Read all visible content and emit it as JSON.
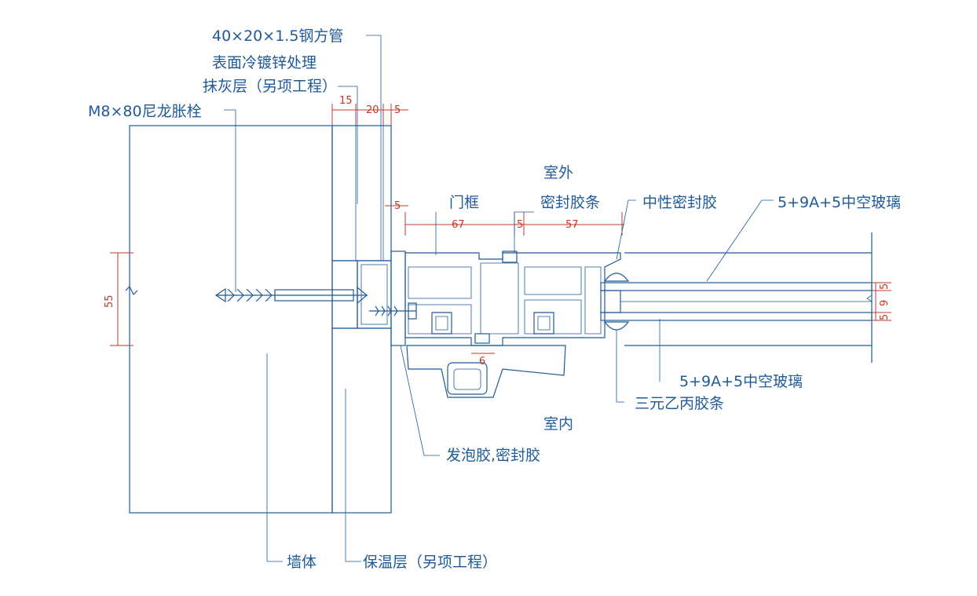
{
  "colors": {
    "line": "#1f5a99",
    "dimension": "#c0392b",
    "background": "#ffffff"
  },
  "labels": {
    "steel_tube": "40×20×1.5钢方管",
    "galvanize": "表面冷镀锌处理",
    "plaster": "抹灰层（另项工程）",
    "anchor": "M8×80尼龙胀栓",
    "outdoor": "室外",
    "door_frame": "门框",
    "sealing_strip": "密封胶条",
    "neutral_sealant": "中性密封胶",
    "glass_top": "5+9A+5中空玻璃",
    "glass_bottom": "5+9A+5中空玻璃",
    "epdm_strip": "三元乙丙胶条",
    "indoor": "室内",
    "foam_sealant": "发泡胶,密封胶",
    "wall": "墙体",
    "insulation": "保温层（另项工程）"
  },
  "dimensions": {
    "d15": "15",
    "d20": "20",
    "d5_top": "5",
    "d5_mid": "5",
    "d67": "67",
    "d5_frame": "5",
    "d57": "57",
    "d55": "55",
    "d6": "6",
    "d5_glass_a": "5",
    "d9_glass": "9",
    "d5_glass_b": "5"
  }
}
